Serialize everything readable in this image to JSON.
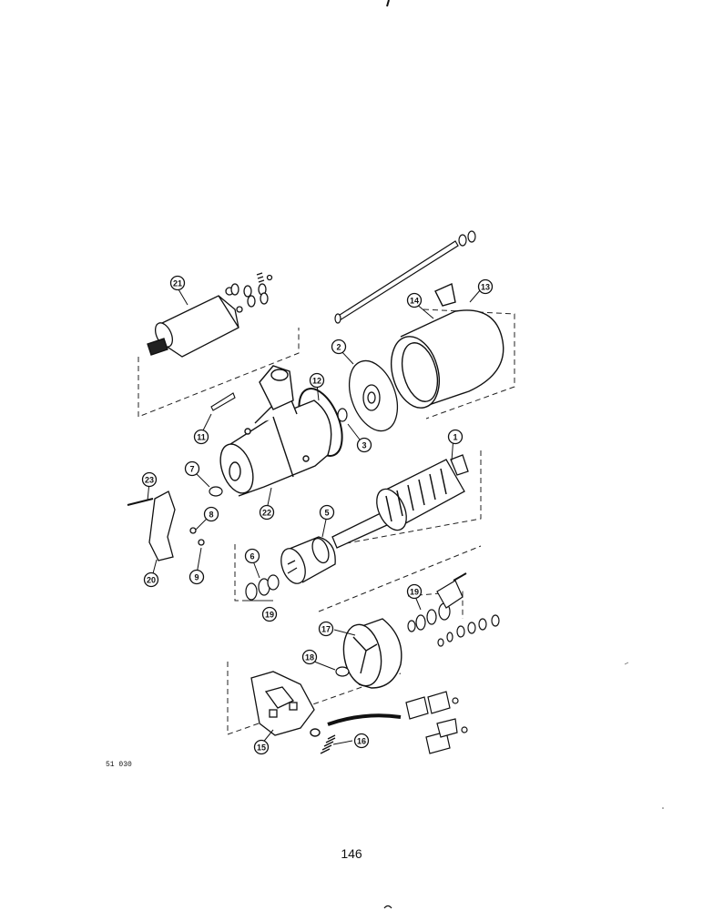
{
  "document": {
    "reference_code": "51 030",
    "page_number": "146"
  },
  "callouts": [
    {
      "id": "c1",
      "label": "1"
    },
    {
      "id": "c2",
      "label": "2"
    },
    {
      "id": "c3",
      "label": "3"
    },
    {
      "id": "c5",
      "label": "5"
    },
    {
      "id": "c6",
      "label": "6"
    },
    {
      "id": "c7",
      "label": "7"
    },
    {
      "id": "c8",
      "label": "8"
    },
    {
      "id": "c9",
      "label": "9"
    },
    {
      "id": "c11",
      "label": "11"
    },
    {
      "id": "c12",
      "label": "12"
    },
    {
      "id": "c13",
      "label": "13"
    },
    {
      "id": "c14",
      "label": "14"
    },
    {
      "id": "c15",
      "label": "15"
    },
    {
      "id": "c16",
      "label": "16"
    },
    {
      "id": "c17",
      "label": "17"
    },
    {
      "id": "c18",
      "label": "18"
    },
    {
      "id": "c19a",
      "label": "19"
    },
    {
      "id": "c19b",
      "label": "19"
    },
    {
      "id": "c20",
      "label": "20"
    },
    {
      "id": "c21",
      "label": "21"
    },
    {
      "id": "c22",
      "label": "22"
    },
    {
      "id": "c23",
      "label": "23"
    }
  ]
}
